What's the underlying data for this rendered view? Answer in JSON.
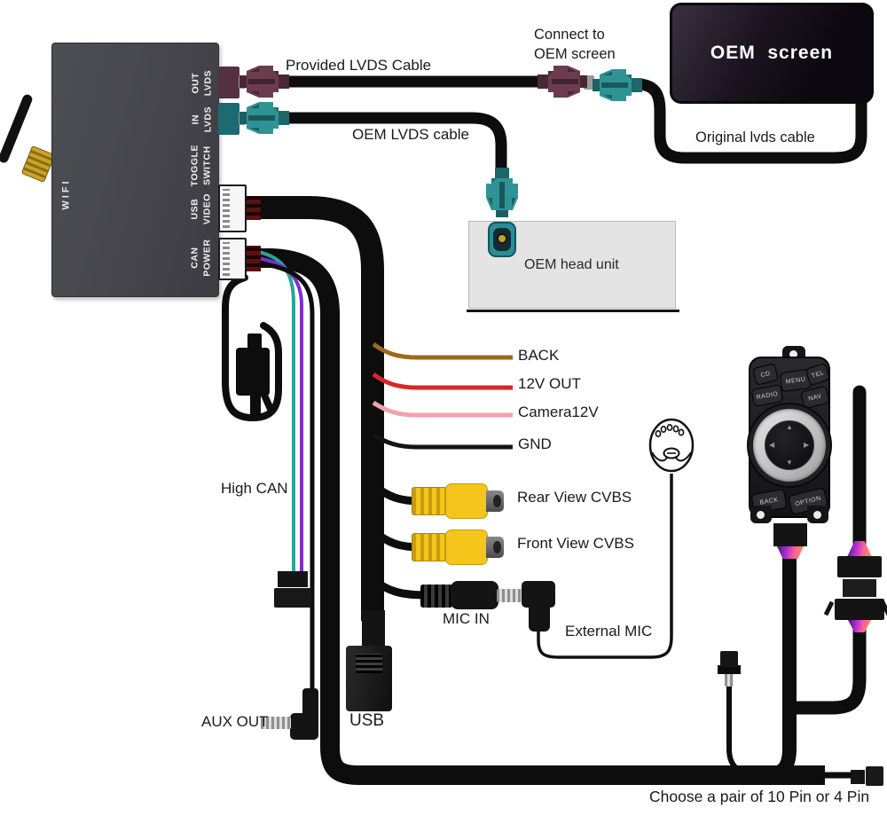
{
  "module": {
    "wifi": "WIFI",
    "ports": [
      {
        "id": "out-lvds",
        "label": "OUT\nLVDS"
      },
      {
        "id": "in-lvds",
        "label": "IN\nLVDS"
      },
      {
        "id": "toggle-switch",
        "label": "TOGGLE\nSWITCH"
      },
      {
        "id": "usb-video",
        "label": "USB\nVIDEO"
      },
      {
        "id": "can-power",
        "label": "CAN\nPOWER"
      }
    ]
  },
  "labels": {
    "provided_lvds": "Provided LVDS Cable",
    "connect_to_line1": "Connect to",
    "connect_to_line2": "OEM screen",
    "oem_screen": "OEM  screen",
    "original_lvds": "Original lvds cable",
    "oem_lvds_cable": "OEM LVDS cable",
    "oem_head_unit": "OEM head unit",
    "high_can": "High CAN",
    "rear_cvbs": "Rear View CVBS",
    "front_cvbs": "Front View CVBS",
    "mic_in": "MIC IN",
    "external_mic": "External MIC",
    "aux_out": "AUX OUT",
    "usb": "USB",
    "choose_pair": "Choose a pair of 10 Pin or 4 Pin"
  },
  "wires": {
    "back": {
      "label": "BACK",
      "color": "#9b6a1b"
    },
    "out12v": {
      "label": "12V OUT",
      "color": "#d62828"
    },
    "camera12v": {
      "label": "Camera12V",
      "color": "#f2a2ac"
    },
    "gnd": {
      "label": "GND",
      "color": "#141414"
    },
    "high_can_colors": [
      "#25a59a",
      "#7d2fd0"
    ]
  },
  "controller": {
    "buttons": {
      "cd": "CD",
      "menu": "MENU",
      "tel": "TEL",
      "radio": "RADIO",
      "nav": "NAV",
      "back": "BACK",
      "option": "OPTION"
    }
  },
  "accent_colors": {
    "fakra_maroon": "#6b3c4e",
    "fakra_teal": "#2f9396",
    "rca_yellow": "#f6c51b",
    "cable_black": "#0d0d0d"
  }
}
